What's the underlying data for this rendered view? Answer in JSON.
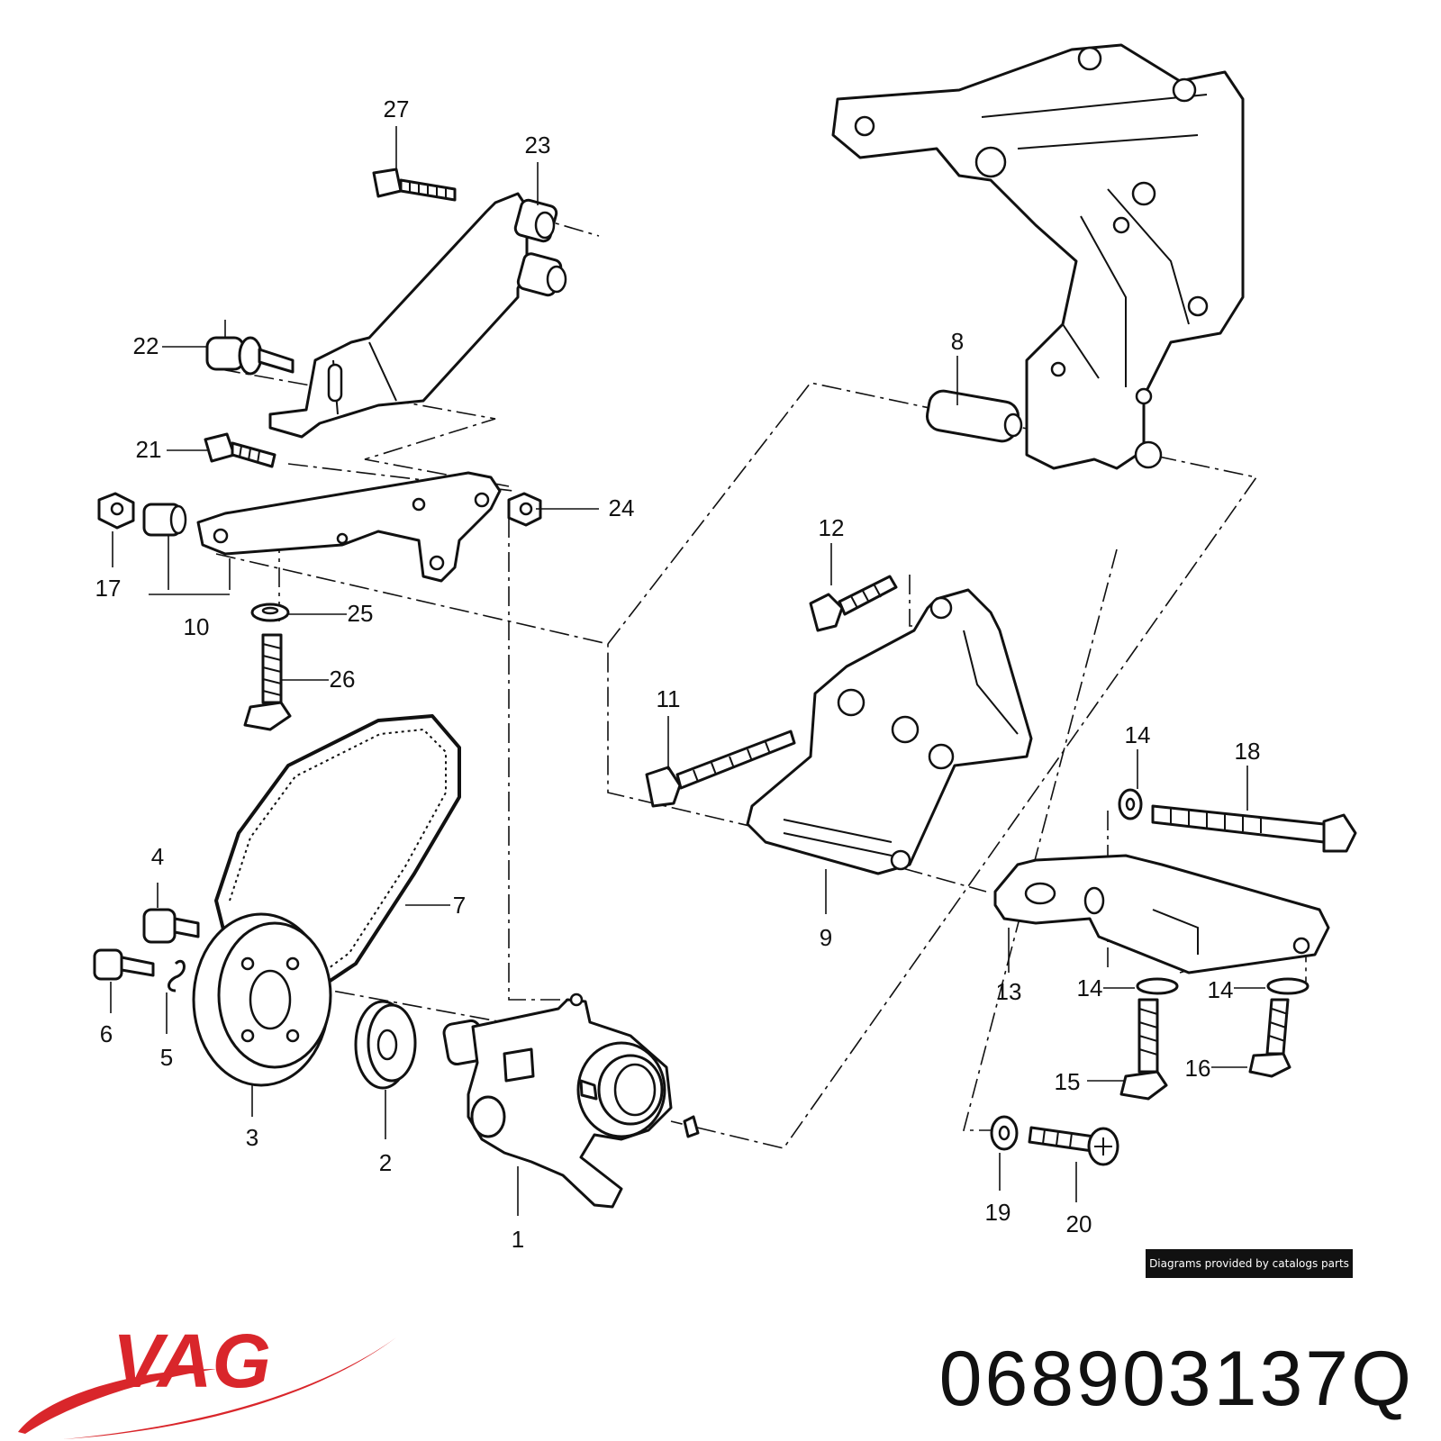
{
  "callouts": [
    "1",
    "2",
    "3",
    "4",
    "5",
    "6",
    "7",
    "8",
    "9",
    "10",
    "11",
    "12",
    "13",
    "14",
    "14",
    "14",
    "15",
    "16",
    "17",
    "18",
    "19",
    "20",
    "21",
    "22",
    "23",
    "24",
    "25",
    "26",
    "27"
  ],
  "credit_text": "Diagrams provided by catalogs parts",
  "brand": "VAG",
  "brand_color": "#d9262b",
  "part_number": "068903137Q"
}
